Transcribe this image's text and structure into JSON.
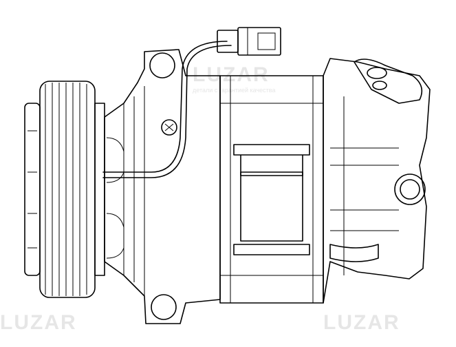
{
  "image": {
    "subject": "compressor-line-drawing",
    "watermark": {
      "brand": "LUZAR",
      "tagline": "детали с гарантией качества"
    },
    "colors": {
      "line": "#000000",
      "background": "#ffffff",
      "watermark": "#e6e6e6"
    }
  }
}
